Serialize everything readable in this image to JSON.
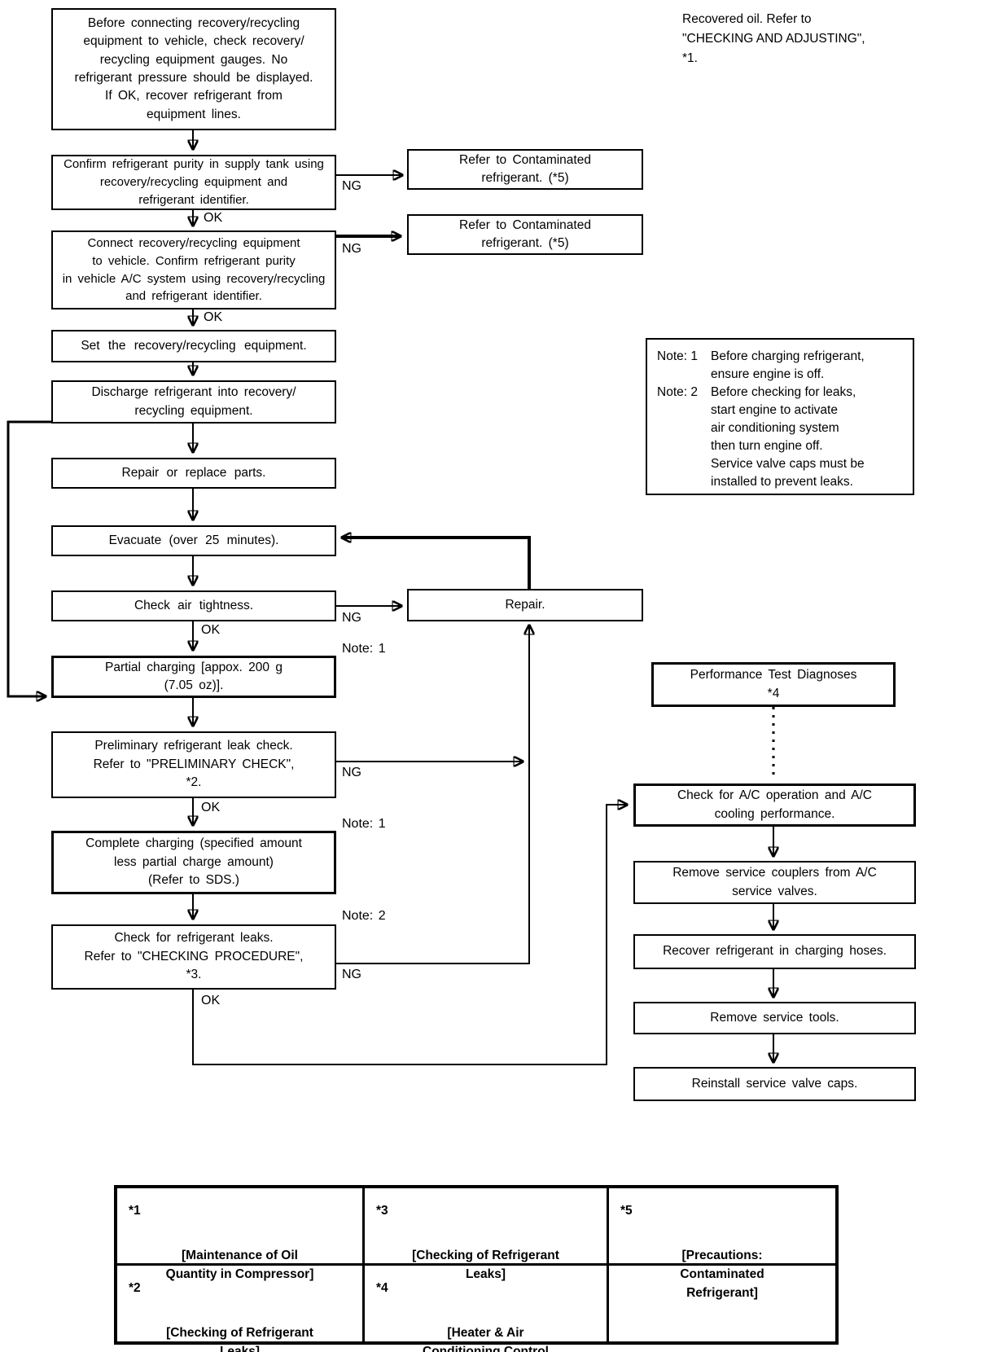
{
  "colors": {
    "ink": "#000000",
    "paper": "#ffffff"
  },
  "page": {
    "annotation_top_right": "Recovered oil. Refer to\n\"CHECKING AND ADJUSTING\",\n*1."
  },
  "labels": {
    "ok": "OK",
    "ng": "NG",
    "note1": "Note: 1",
    "note2": "Note: 2"
  },
  "nodes": {
    "precheck": "Before connecting recovery/recycling\nequipment to vehicle, check recovery/\nrecycling equipment gauges. No\nrefrigerant pressure should be displayed.\nIf OK, recover refrigerant from\nequipment lines.",
    "confirm_supply": "Confirm refrigerant purity in supply tank using\nrecovery/recycling equipment and\nrefrigerant identifier.",
    "connect_vehicle": "Connect recovery/recycling equipment\nto vehicle. Confirm refrigerant purity\nin vehicle A/C system using recovery/recycling\nand refrigerant identifier.",
    "set_equipment": "Set the recovery/recycling equipment.",
    "discharge": "Discharge refrigerant into recovery/\nrecycling equipment.",
    "repair_replace": "Repair or replace parts.",
    "evacuate": "Evacuate (over 25 minutes).",
    "air_tightness": "Check air tightness.",
    "partial_charging": "Partial charging [appox. 200 g\n(7.05 oz)].",
    "preliminary_check": "Preliminary refrigerant leak check.\nRefer to \"PRELIMINARY CHECK\",\n*2.",
    "complete_charging": "Complete charging (specified amount\nless partial charge amount)\n(Refer to SDS.)",
    "leak_check": "Check for refrigerant leaks.\nRefer to \"CHECKING PROCEDURE\",\n*3.",
    "contaminated_ref": "Refer to Contaminated\nrefrigerant. (*5)",
    "repair": "Repair.",
    "performance_test": "Performance Test Diagnoses\n*4",
    "ac_check": "Check for A/C operation and A/C\ncooling performance.",
    "remove_couplers": "Remove service couplers from A/C\nservice valves.",
    "recover_hoses": "Recover refrigerant in charging hoses.",
    "remove_tools": "Remove service tools.",
    "reinstall_caps": "Reinstall service valve caps."
  },
  "note_box": {
    "notes": [
      {
        "label": "Note: 1",
        "text": "Before charging refrigerant,\nensure engine is off."
      },
      {
        "label": "Note: 2",
        "text": "Before checking for leaks,\nstart engine to activate\nair conditioning system\nthen turn engine off.\nService valve caps must be\ninstalled to prevent leaks."
      }
    ]
  },
  "footnotes": {
    "rows": [
      [
        {
          "ref": "*1",
          "text": "[Maintenance of Oil\nQuantity in Compressor]"
        },
        {
          "ref": "*3",
          "text": "[Checking of Refrigerant\nLeaks]"
        },
        {
          "ref": "*5",
          "text": "[Precautions:\nContaminated\nRefrigerant]"
        }
      ],
      [
        {
          "ref": "*2",
          "text": "[Checking of Refrigerant\nLeaks]"
        },
        {
          "ref": "*4",
          "text": "[Heater & Air\nConditioning Control\nSystem: Operational Check]"
        },
        {
          "ref": "",
          "text": ""
        }
      ]
    ]
  }
}
